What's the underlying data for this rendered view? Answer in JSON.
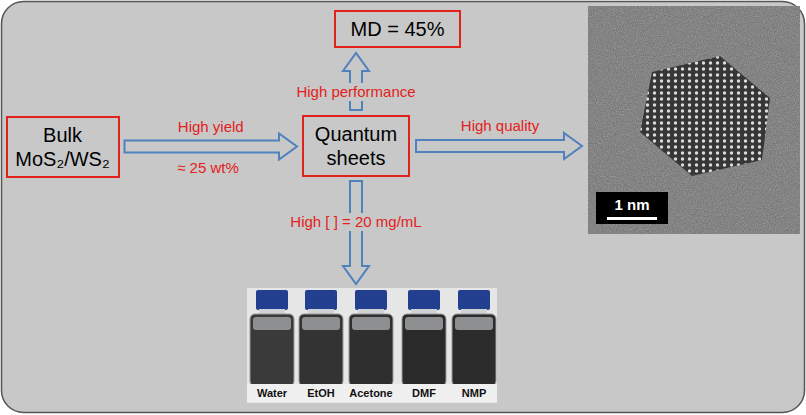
{
  "diagram": {
    "nodes": [
      {
        "text": [
          "Bulk MoS₂/WS₂"
        ]
      },
      {
        "text": [
          "Quantum sheets"
        ]
      },
      {
        "text": [
          "MD = 45%"
        ]
      }
    ],
    "edges": [
      {
        "from": 0,
        "to": 1,
        "arrow": "to",
        "label": "High yield"
      },
      {
        "from": 1,
        "to": 2,
        "arrow": "to",
        "label": "High performance"
      }
    ],
    "labels": [
      "≈ 25 wt%",
      "High quality",
      "High [ ] = 20 mg/mL",
      "1 nm",
      "Water",
      "EtOH",
      "Acetone",
      "DMF",
      "NMP"
    ]
  }
}
